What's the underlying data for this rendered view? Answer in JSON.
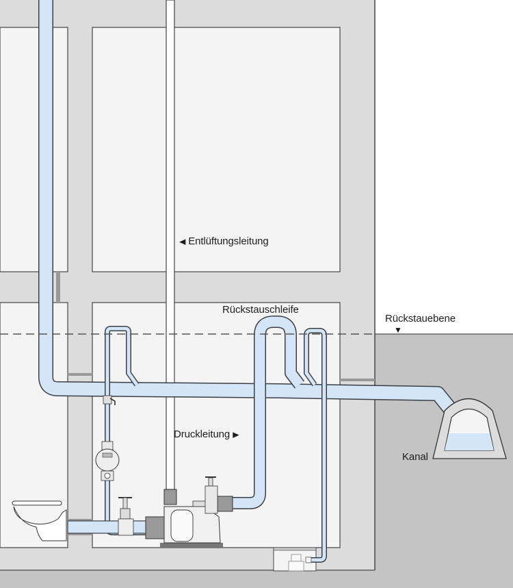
{
  "diagram": {
    "title": "Abwasserhebeanlage mit Rückstauschleife",
    "labels": {
      "vent_pipe": "Entlüftungsleitung",
      "backflow_loop": "Rückstauschleife",
      "backflow_level": "Rückstauebene",
      "pressure_pipe": "Druckleitung",
      "sewer": "Kanal"
    },
    "arrows": {
      "left": "◀",
      "right": "▶",
      "down": "▼"
    },
    "components": [
      "wall-hung-toilet",
      "lifting-station-pump",
      "gate-valve",
      "hand-diaphragm-pump",
      "ball-valve",
      "non-return-valve",
      "floor-drain-pump",
      "sewer-channel"
    ],
    "colors": {
      "pipe_fill": "#d3e5f7",
      "pipe_stroke": "#3a3f45",
      "wall": "#dcdcdc",
      "room": "#f4f4f4",
      "ground": "#c4c4c4",
      "sky": "#ffffff",
      "water": "#d3e5f7",
      "dashed_line": "#555555"
    }
  }
}
